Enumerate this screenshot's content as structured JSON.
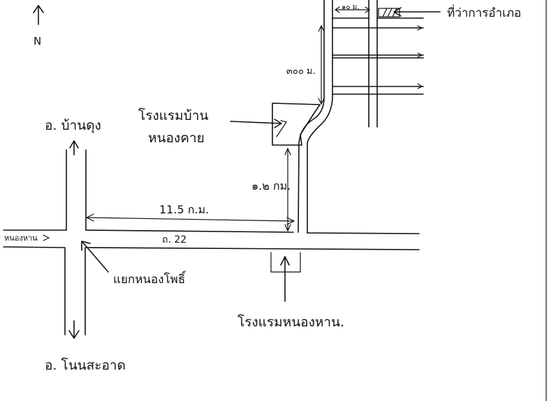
{
  "compass": {
    "label": "N"
  },
  "labels": {
    "place_top_right": "ที่ว่าการอำเภอ",
    "distance_top": "๓๐๐ ม.",
    "distance_short": "๑๐ ม.",
    "hotel_a_line1": "โรงแรมบ้าน",
    "hotel_a_line2": "หนองคาย",
    "road_dist_vertical": "๑.๒ กม.",
    "road_dist_horizontal": "11.5 ก.ม.",
    "road_name": "ถ. 22",
    "west_town": "หนองหาน",
    "north_town": "อ. บ้านดุง",
    "intersection": "แยกหนองโพธิ์",
    "south_town": "อ. โนนสะอาด",
    "hotel_b": "โรงแรมหนองหาน."
  }
}
